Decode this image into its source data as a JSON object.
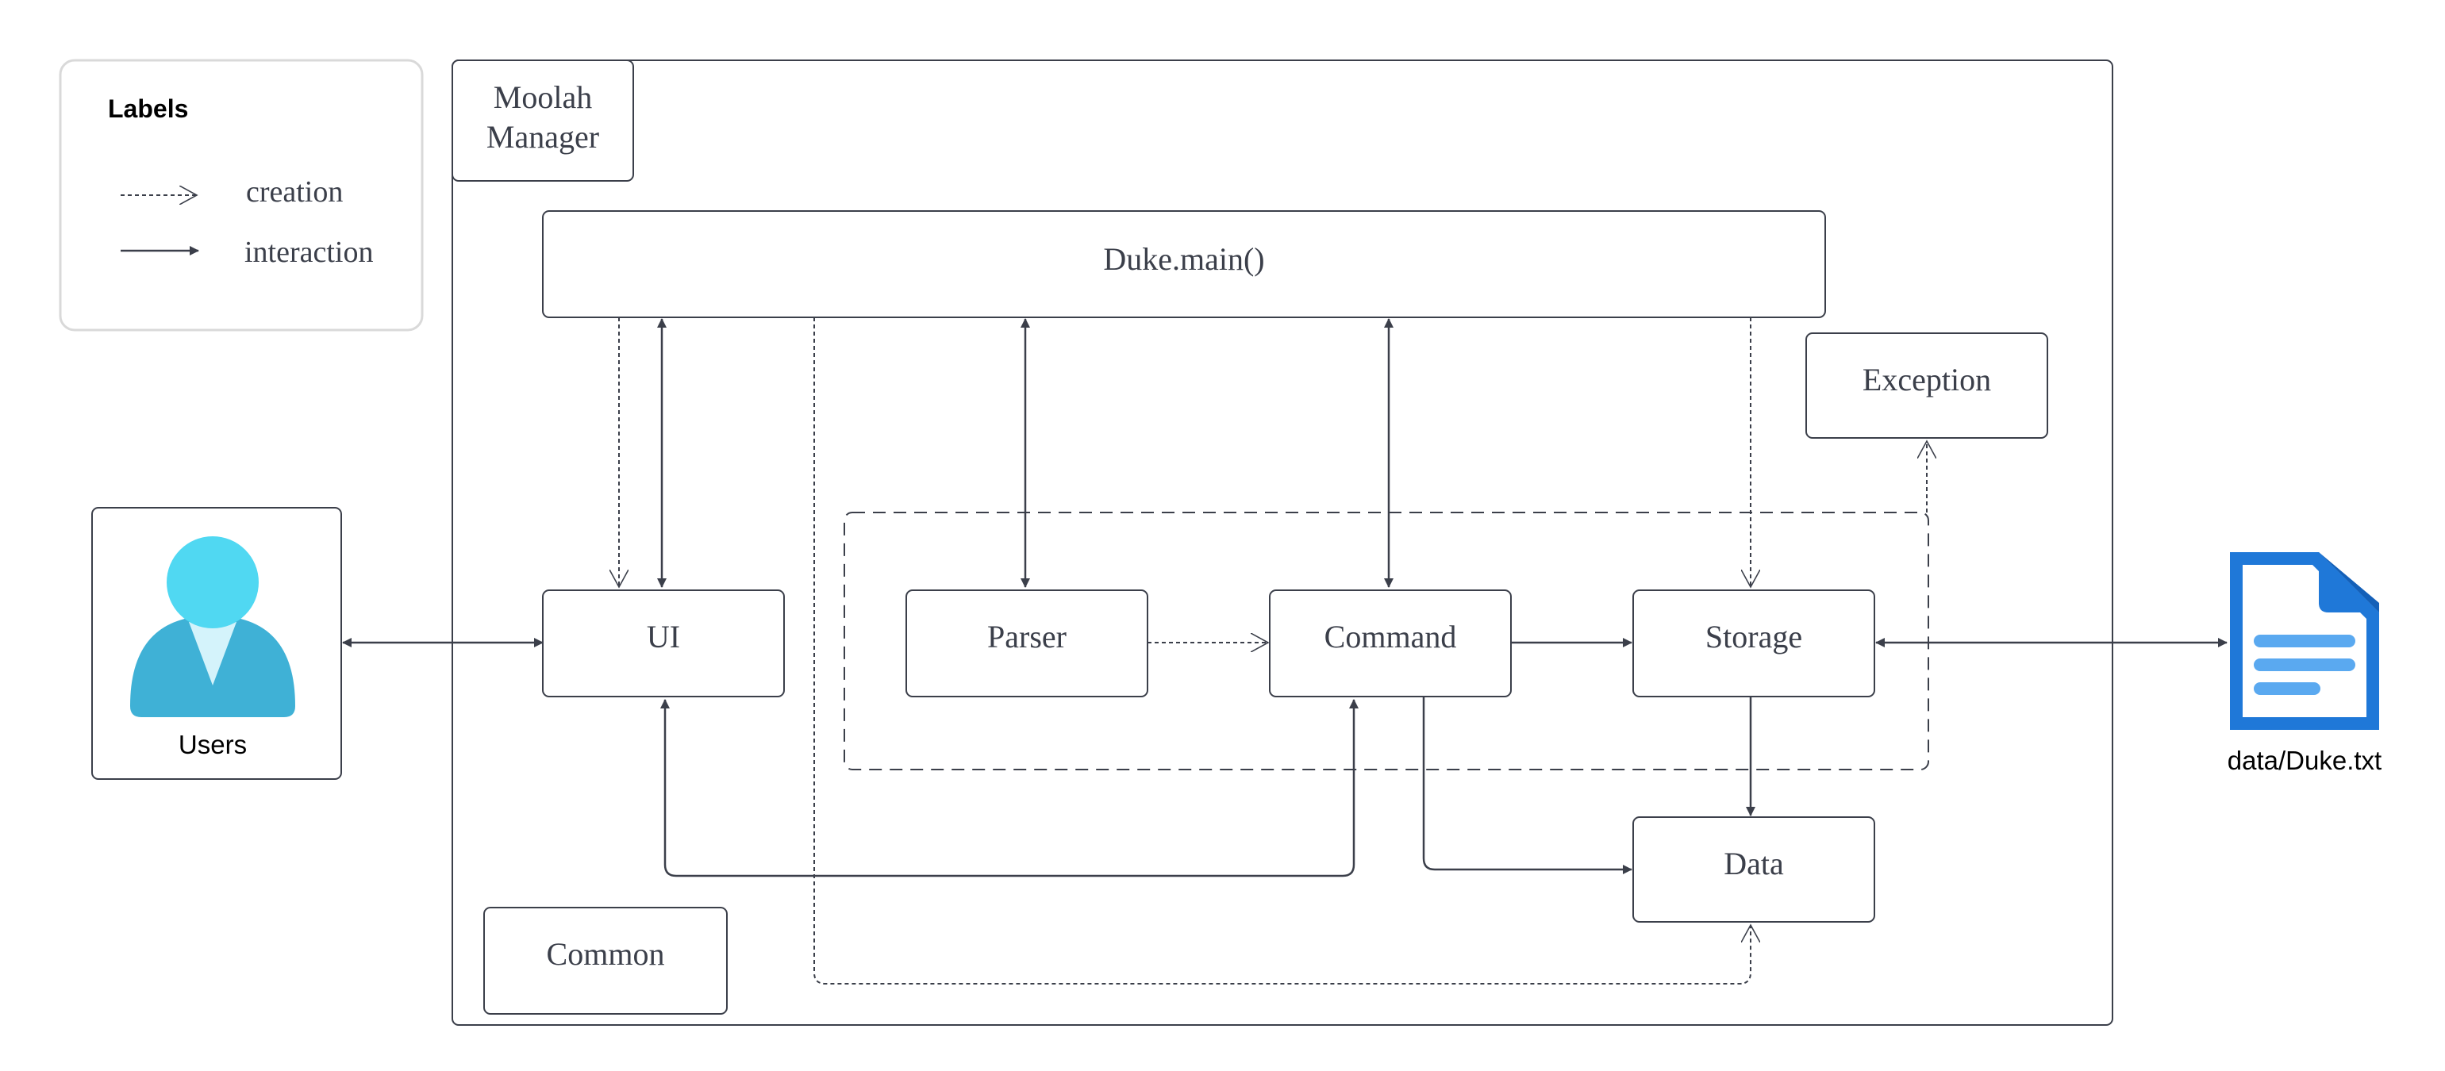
{
  "legend": {
    "title": "Labels",
    "items": [
      {
        "kind": "creation",
        "label": "creation"
      },
      {
        "kind": "interaction",
        "label": "interaction"
      }
    ]
  },
  "system": {
    "title_line1": "Moolah",
    "title_line2": "Manager"
  },
  "components": {
    "main": "Duke.main()",
    "ui": "UI",
    "parser": "Parser",
    "command": "Command",
    "storage": "Storage",
    "exception": "Exception",
    "data": "Data",
    "common": "Common"
  },
  "actors": {
    "users": "Users"
  },
  "files": {
    "data_file": "data/Duke.txt"
  },
  "colors": {
    "line": "#3b3f4a",
    "user_head": "#50d8f2",
    "user_body": "#3fb1d6",
    "file_blue": "#1f78d8",
    "file_light": "#5aa9f0"
  }
}
